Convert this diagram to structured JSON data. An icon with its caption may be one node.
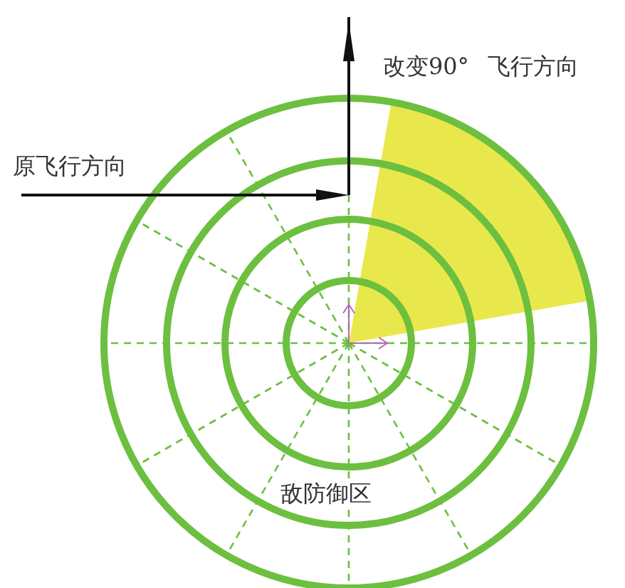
{
  "diagram": {
    "labels": [
      "改变90° 飞行方向",
      "原飞行方向",
      "敌防御区"
    ]
  }
}
